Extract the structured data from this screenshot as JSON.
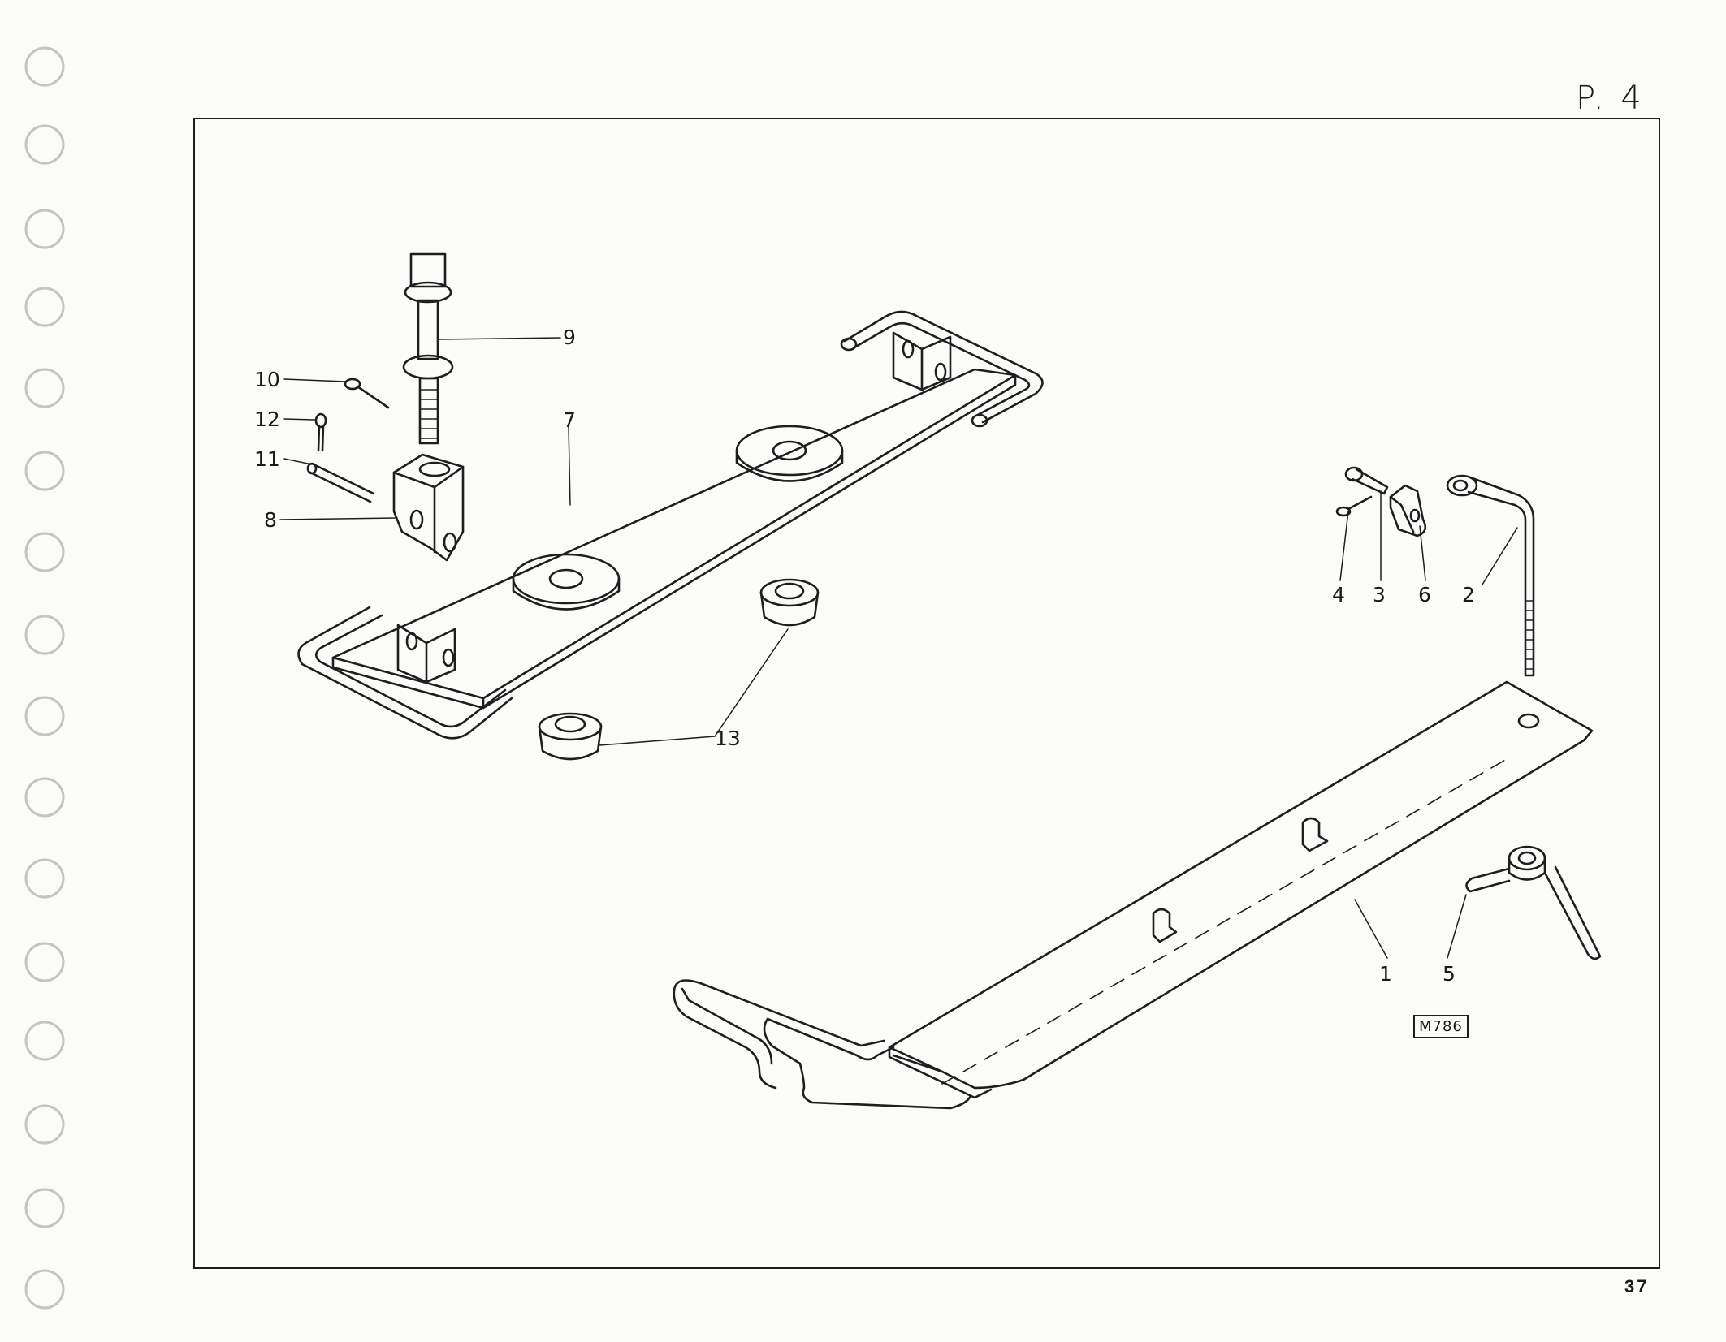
{
  "page": {
    "code": "P. 4",
    "number": "37"
  },
  "drawing_ref": "M786",
  "callouts": [
    {
      "id": "9",
      "label": "9"
    },
    {
      "id": "10",
      "label": "10"
    },
    {
      "id": "12",
      "label": "12"
    },
    {
      "id": "11",
      "label": "11"
    },
    {
      "id": "8",
      "label": "8"
    },
    {
      "id": "7",
      "label": "7"
    },
    {
      "id": "13",
      "label": "13"
    },
    {
      "id": "4",
      "label": "4"
    },
    {
      "id": "3",
      "label": "3"
    },
    {
      "id": "6",
      "label": "6"
    },
    {
      "id": "2",
      "label": "2"
    },
    {
      "id": "1",
      "label": "1"
    },
    {
      "id": "5",
      "label": "5"
    }
  ],
  "colors": {
    "ink": "#1e1e1e",
    "paper": "#fbfbf9",
    "hole": "#c8c8c8"
  }
}
